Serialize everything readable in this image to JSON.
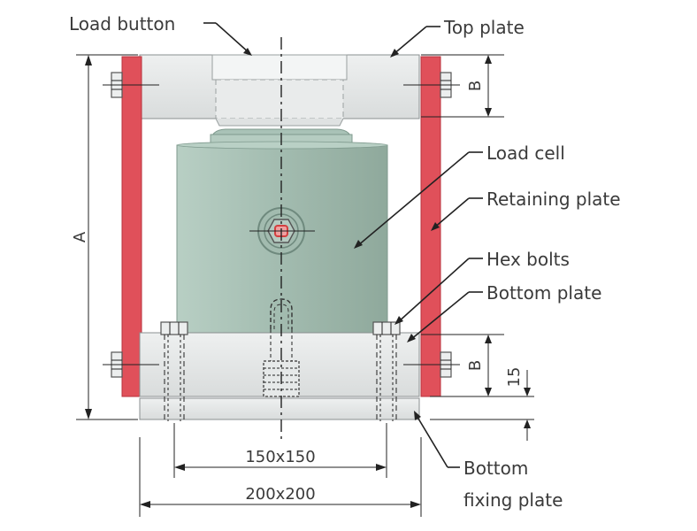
{
  "labels": {
    "load_button": "Load button",
    "top_plate": "Top plate",
    "load_cell": "Load cell",
    "retaining_plate": "Retaining plate",
    "hex_bolts": "Hex bolts",
    "bottom_plate": "Bottom plate",
    "bottom_fixing_line1": "Bottom",
    "bottom_fixing_line2": "fixing plate"
  },
  "dimensions": {
    "a": "A",
    "b_top": "B",
    "b_bottom": "B",
    "fifteen": "15",
    "inner": "150x150",
    "outer": "200x200"
  },
  "colors": {
    "retaining_plate": "#e0505a",
    "load_cell_body": "#a9c2b7",
    "metal": "#e4e6e6",
    "lines": "#222222"
  }
}
